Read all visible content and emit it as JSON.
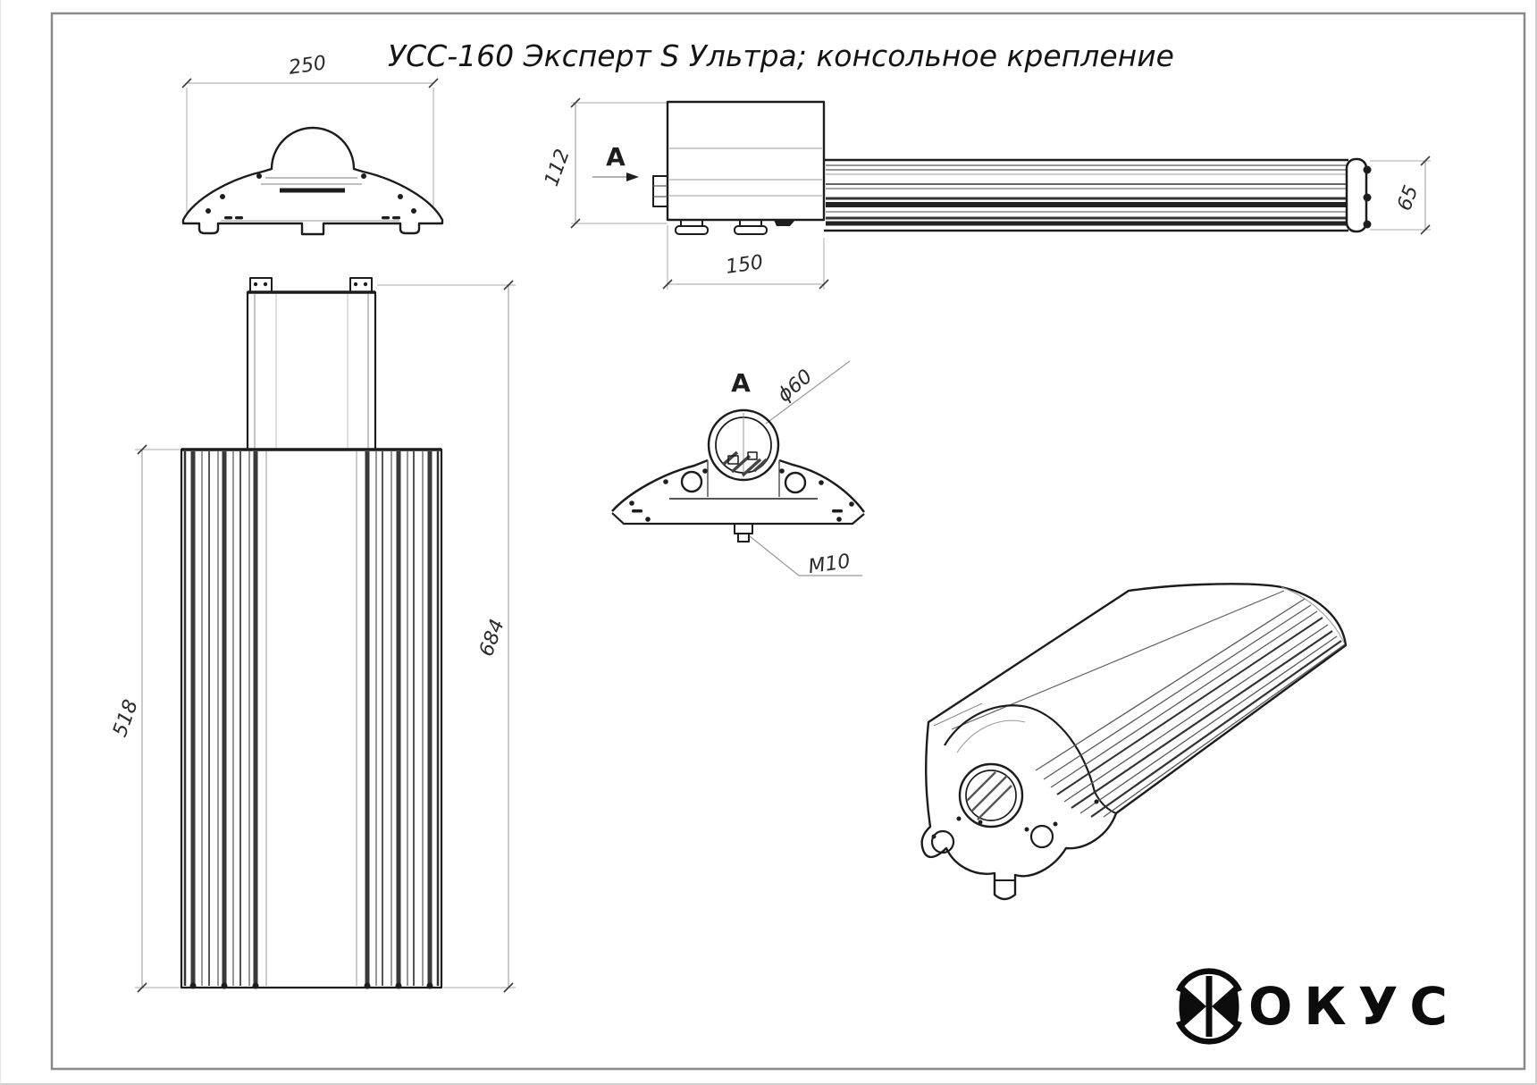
{
  "title": "УСС-160 Эксперт S Ультра; консольное крепление",
  "colors": {
    "line": "#1c1c1c",
    "dim_line": "#a0a0a0",
    "dim_text": "#2b2b2b",
    "frame": "#8a8a8a",
    "background": "#ffffff",
    "logo": "#0c0c0c"
  },
  "front_view": {
    "width_dim": "250"
  },
  "side_view": {
    "view_arrow_label": "A",
    "height_dim": "112",
    "bracket_length_dim": "150",
    "arm_end_height_dim": "65"
  },
  "top_view": {
    "finned_body_length_dim": "518",
    "overall_length_dim": "684"
  },
  "section_view": {
    "view_label": "A",
    "mount_hole_diameter": "ϕ60",
    "bolt_thread": "M10"
  },
  "logo": {
    "wordmark": "ОКУС",
    "emblem": "fokus-f-emblem"
  }
}
